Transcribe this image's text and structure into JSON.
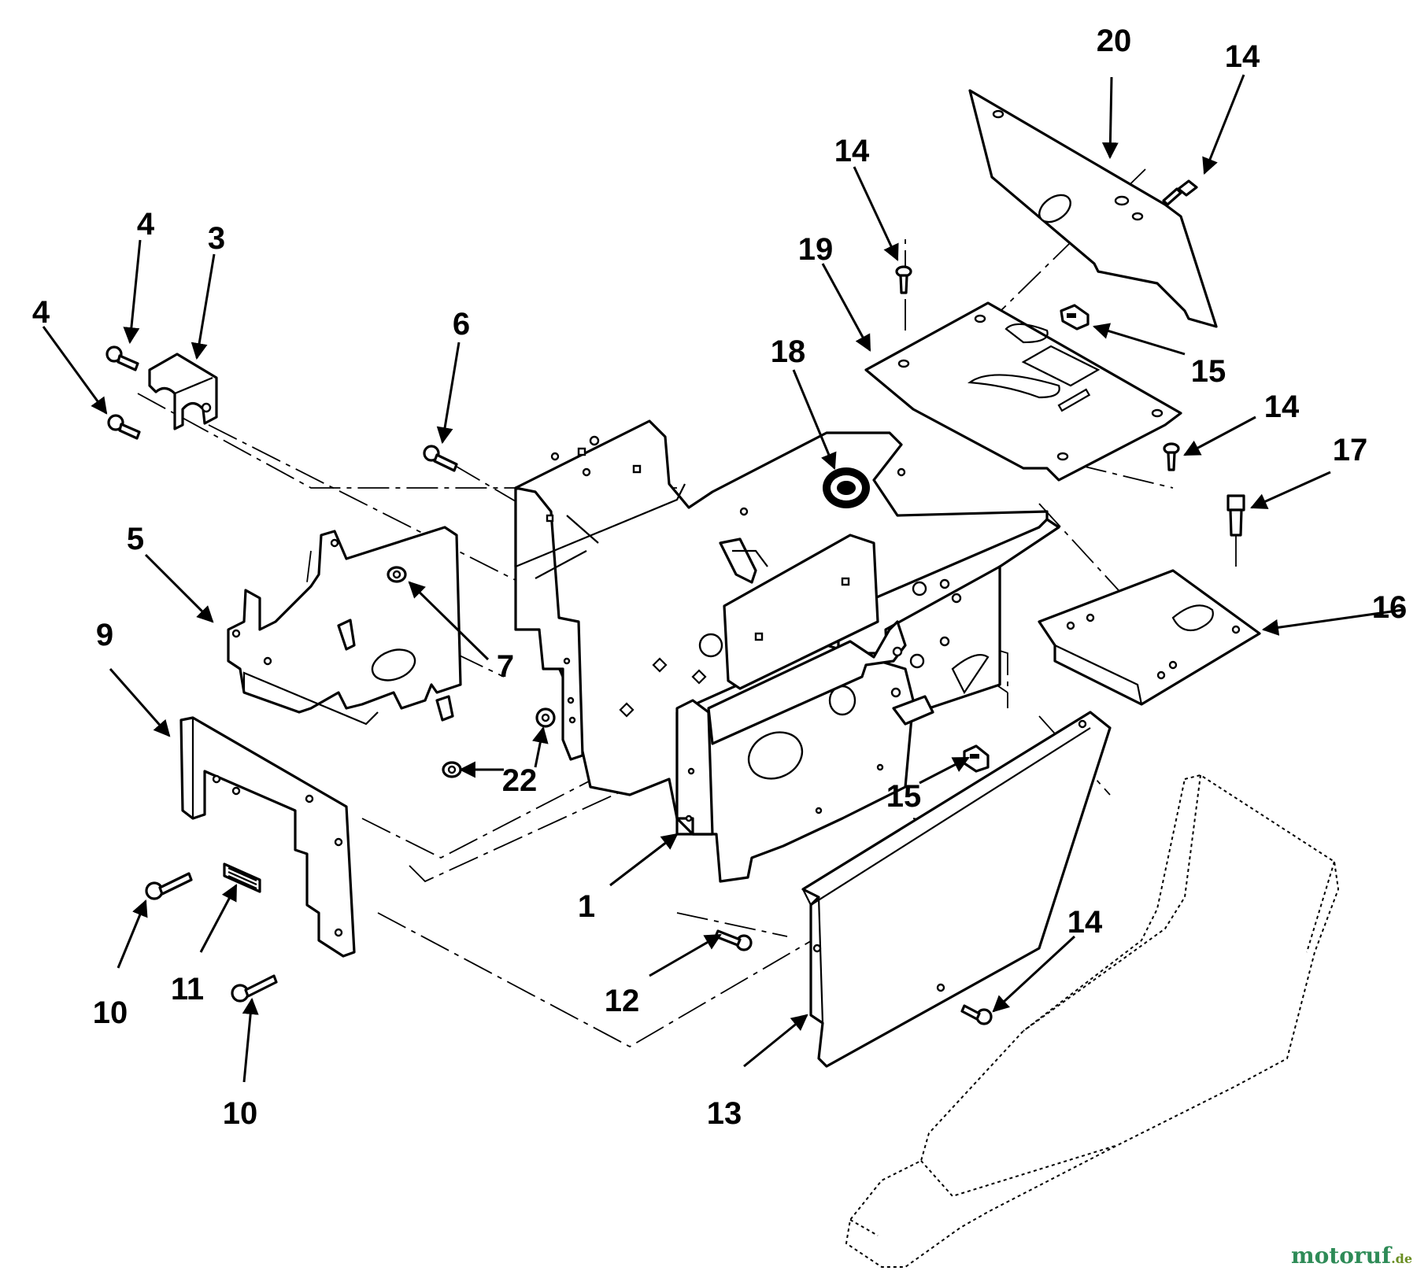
{
  "diagram": {
    "callouts": [
      "1",
      "3",
      "4",
      "4",
      "5",
      "6",
      "7",
      "9",
      "10",
      "10",
      "11",
      "12",
      "13",
      "14",
      "14",
      "14",
      "14",
      "15",
      "15",
      "16",
      "17",
      "18",
      "19",
      "20",
      "22"
    ]
  },
  "watermark": {
    "main": "motoruf",
    "suffix": ".de"
  }
}
